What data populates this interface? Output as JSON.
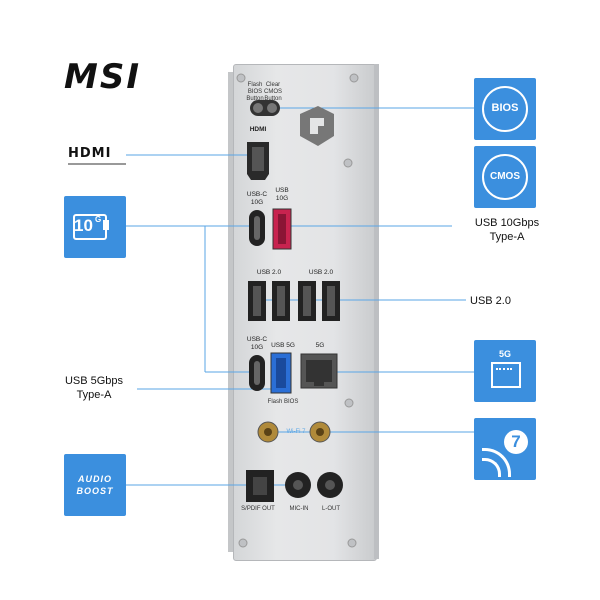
{
  "brand": {
    "logo_text": "MSI"
  },
  "hdmi_logo": {
    "text": "HDMI"
  },
  "callouts": {
    "usb_10gbps": {
      "line1": "USB 10Gbps",
      "line2": "Type-A"
    },
    "usb_2": {
      "text": "USB 2.0"
    },
    "usb_5gbps": {
      "line1": "USB 5Gbps",
      "line2": "Type-A"
    }
  },
  "badges": {
    "bios": "BIOS",
    "cmos": "CMOS",
    "ten_g": "10",
    "ten_g_sup": "G",
    "lan_5g": "5G",
    "wifi": "7",
    "audio_boost_line1": "AUDIO",
    "audio_boost_line2": "BOOST"
  },
  "panel_labels": {
    "flash_bios": "Flash\nBIOS\nButton",
    "clear_cmos": "Clear\nCMOS\nButton",
    "hdmi": "HDMI",
    "usbc_10g": "USB-C\n10G",
    "usb_10g": "USB\n10G",
    "usb20_left": "USB 2.0",
    "usb20_right": "USB 2.0",
    "usbc_10g_b": "USB-C\n10G",
    "usb_5g": "USB 5G",
    "lan_5g": "5G",
    "flash_bios_port": "Flash BIOS",
    "wifi7": "Wi-Fi 7",
    "spdif": "S/PDIF OUT",
    "mic_in": "MIC-IN",
    "l_out": "L-OUT"
  },
  "colors": {
    "badge_blue": "#3b8fde",
    "leader_line": "#5aa6e6",
    "usb10g_red": "#c8234f",
    "usb5g_blue": "#2b6fd6"
  }
}
